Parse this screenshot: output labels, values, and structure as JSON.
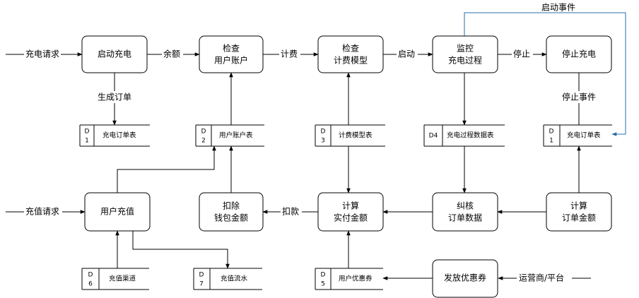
{
  "processes": {
    "start_charge": [
      "启动充电"
    ],
    "check_account": [
      "检查",
      "用户账户"
    ],
    "check_fee_model": [
      "检查",
      "计费模型"
    ],
    "monitor": [
      "监控",
      "充电过程"
    ],
    "stop_charge": [
      "停止充电"
    ],
    "user_recharge": [
      "用户充值"
    ],
    "deduct_wallet": [
      "扣除",
      "钱包金额"
    ],
    "calc_actual": [
      "计算",
      "实付金额"
    ],
    "verify_order": [
      "纠核",
      "订单数据"
    ],
    "calc_order": [
      "计算",
      "订单金额"
    ],
    "issue_coupon": [
      "发放优惠券"
    ]
  },
  "stores": {
    "d1_top": {
      "id": [
        "D",
        "1"
      ],
      "name": "充电订单表"
    },
    "d2": {
      "id": [
        "D",
        "2"
      ],
      "name": "用户账户表"
    },
    "d3": {
      "id": [
        "D",
        "3"
      ],
      "name": "计费模型表"
    },
    "d4": {
      "id": [
        "D4"
      ],
      "name": "充电过程数据表"
    },
    "d1_right": {
      "id": [
        "D",
        "1"
      ],
      "name": "充电订单表"
    },
    "d6": {
      "id": [
        "D",
        "6"
      ],
      "name": "充值渠道"
    },
    "d7": {
      "id": [
        "D",
        "7"
      ],
      "name": "充值流水"
    },
    "d5": {
      "id": [
        "D",
        "5"
      ],
      "name": "用户优惠券"
    }
  },
  "flows": {
    "charge_request": "充电请求",
    "balance": "余额",
    "billing": "计费",
    "start": "启动",
    "stop": "停止",
    "start_event": "启动事件",
    "generate_order": "生成订单",
    "stop_event": "停止事件",
    "recharge_request": "充值请求",
    "deduct": "扣款",
    "operator_platform": "运营商/平台"
  }
}
